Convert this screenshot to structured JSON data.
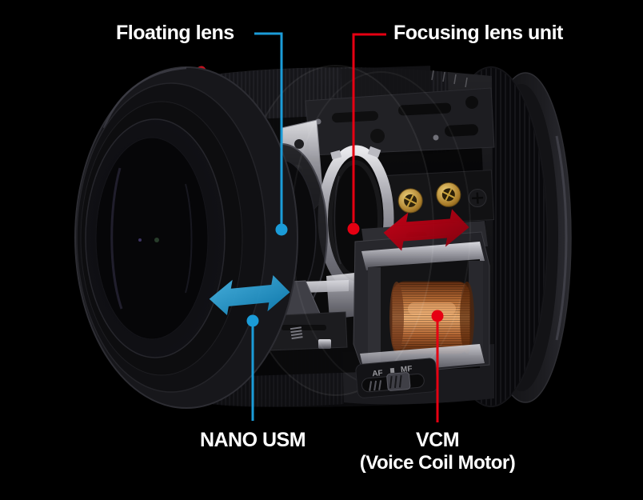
{
  "figure": {
    "type": "lens-cutaway-diagram",
    "background_color": "#000000",
    "text_color": "#ffffff"
  },
  "callouts": {
    "floating_lens": {
      "label": "Floating lens",
      "color": "#1b9cd8"
    },
    "focusing_lens_unit": {
      "label": "Focusing lens unit",
      "color": "#e60012"
    },
    "nano_usm": {
      "label": "NANO USM",
      "color": "#1b9cd8"
    },
    "vcm": {
      "label": "VCM",
      "sub_label": "(Voice Coil Motor)",
      "color": "#e60012"
    }
  },
  "arrows": {
    "blue_motion_arrow": {
      "meaning": "NANO USM drive direction",
      "color": "#1b9cd8"
    },
    "red_motion_arrow": {
      "meaning": "VCM drive direction",
      "color": "#b00013"
    }
  },
  "lens": {
    "af_label": "AF",
    "mf_label": "MF",
    "accent_ring_color": "#c4121f",
    "coil_color": "#d99a62"
  }
}
